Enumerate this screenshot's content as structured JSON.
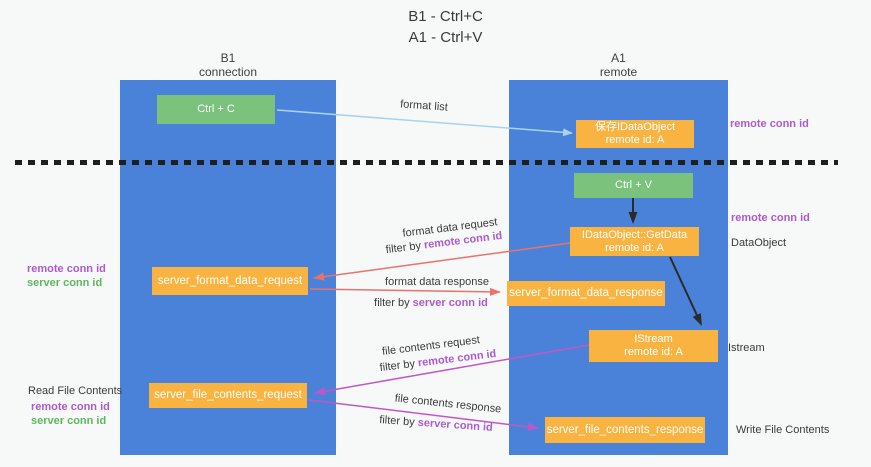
{
  "title": {
    "line1": "B1 - Ctrl+C",
    "line2": "A1 - Ctrl+V"
  },
  "lifelines": {
    "b1": {
      "name": "B1",
      "role": "connection"
    },
    "a1": {
      "name": "A1",
      "role": "remote"
    }
  },
  "nodes": {
    "ctrl_c": {
      "label": "Ctrl + C"
    },
    "save_dataobject": {
      "line1": "保存IDataObject",
      "line2": "remote id: A"
    },
    "ctrl_v": {
      "label": "Ctrl + V"
    },
    "getdata": {
      "line1": "IDataObject::GetData",
      "line2": "remote id: A"
    },
    "format_request": {
      "label": "server_format_data_request"
    },
    "format_response": {
      "label": "server_format_data_response"
    },
    "istream": {
      "line1": "IStream",
      "line2": "remote id: A"
    },
    "file_request": {
      "label": "server_file_contents_request"
    },
    "file_response": {
      "label": "server_file_contents_response"
    }
  },
  "edge_labels": {
    "format_list": "format list",
    "format_data_request": "format data request",
    "format_data_response": "format data response",
    "file_contents_request": "file contents request",
    "file_contents_response": "file contents response",
    "filter_by": "filter by "
  },
  "annotations": {
    "remote_conn_id": "remote conn id",
    "server_conn_id": "server conn id",
    "dataobject": "DataObject",
    "istream": "Istream",
    "read_file_contents": "Read File Contents",
    "write_file_contents": "Write File Contents"
  },
  "colors": {
    "lifeline_blue": "#4b82d9",
    "node_green": "#7bc37d",
    "node_orange": "#f9b341",
    "remote_conn_id_text": "#ac5ccd",
    "server_conn_id_text": "#5db85d",
    "format_list_arrow": "#a8d2f0",
    "format_arrows": "#e8736d",
    "file_arrows": "#c356c7",
    "black_arrows": "#2a2a2a"
  }
}
